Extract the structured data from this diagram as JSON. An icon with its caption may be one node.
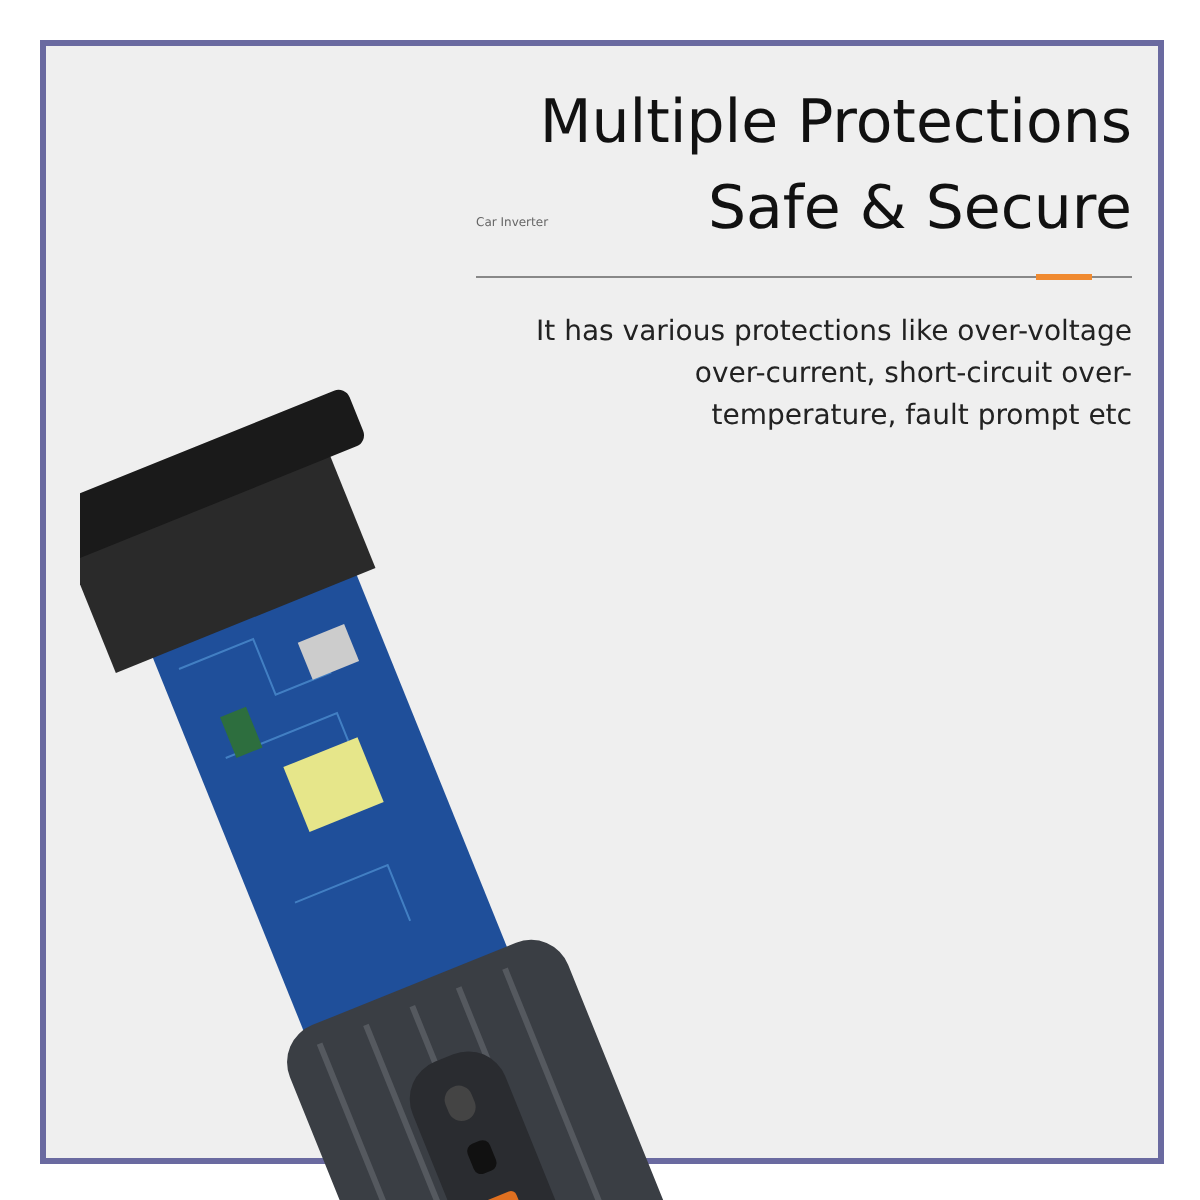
{
  "diagram": {
    "title": "Multiple Protections Safe & Secure",
    "labels": [
      "Car Inverter",
      "It has various protections like over-voltage over-current, short-circuit over-temperature, fault prompt etc"
    ]
  }
}
